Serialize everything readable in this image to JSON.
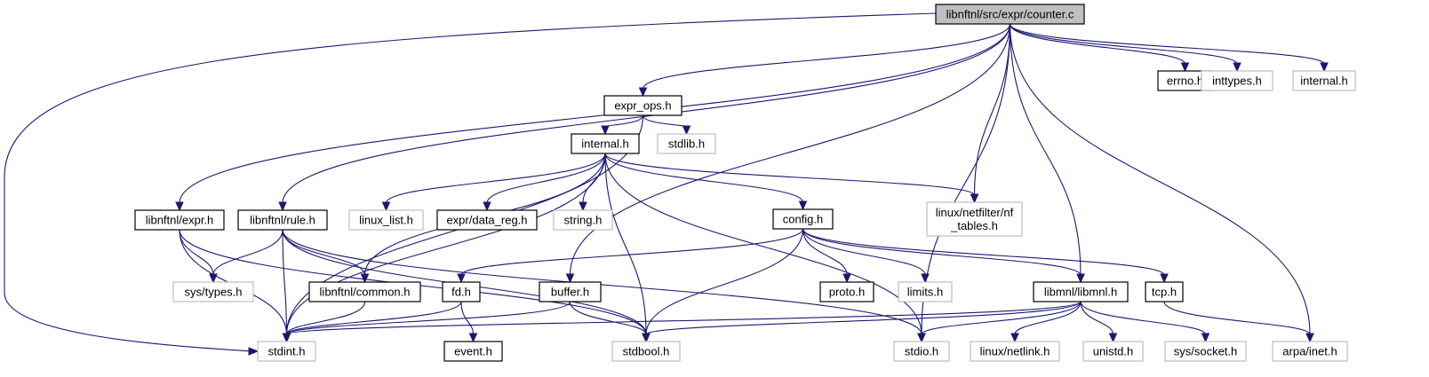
{
  "title": "libnftnl/src/expr/counter.c",
  "colors": {
    "edge": "#191970",
    "root_fill": "#bfbfbf",
    "documented_border": "#000000",
    "external_border": "#bfbfbf"
  },
  "nodes": [
    {
      "id": "counter_c",
      "label": "libnftnl/src/expr/counter.c",
      "kind": "root"
    },
    {
      "id": "expr_ops_h",
      "label": "expr_ops.h",
      "kind": "doc"
    },
    {
      "id": "errno_h",
      "label": "errno.h",
      "kind": "doc"
    },
    {
      "id": "inttypes_h",
      "label": "inttypes.h",
      "kind": "ext"
    },
    {
      "id": "internal_h_top",
      "label": "internal.h",
      "kind": "ext"
    },
    {
      "id": "internal_h",
      "label": "internal.h",
      "kind": "doc"
    },
    {
      "id": "stdlib_h",
      "label": "stdlib.h",
      "kind": "ext"
    },
    {
      "id": "libnftnl_expr_h",
      "label": "libnftnl/expr.h",
      "kind": "doc"
    },
    {
      "id": "libnftnl_rule_h",
      "label": "libnftnl/rule.h",
      "kind": "doc"
    },
    {
      "id": "linux_list_h",
      "label": "linux_list.h",
      "kind": "ext"
    },
    {
      "id": "expr_data_reg_h",
      "label": "expr/data_reg.h",
      "kind": "doc"
    },
    {
      "id": "string_h",
      "label": "string.h",
      "kind": "ext"
    },
    {
      "id": "config_h",
      "label": "config.h",
      "kind": "doc"
    },
    {
      "id": "linux_netfilter_nf_tables_h",
      "label": "linux/netfilter/nf\n_tables.h",
      "kind": "ext"
    },
    {
      "id": "sys_types_h",
      "label": "sys/types.h",
      "kind": "ext"
    },
    {
      "id": "libnftnl_common_h",
      "label": "libnftnl/common.h",
      "kind": "doc"
    },
    {
      "id": "fd_h",
      "label": "fd.h",
      "kind": "doc"
    },
    {
      "id": "buffer_h",
      "label": "buffer.h",
      "kind": "doc"
    },
    {
      "id": "proto_h",
      "label": "proto.h",
      "kind": "doc"
    },
    {
      "id": "limits_h",
      "label": "limits.h",
      "kind": "ext"
    },
    {
      "id": "libmnl_libmnl_h",
      "label": "libmnl/libmnl.h",
      "kind": "doc"
    },
    {
      "id": "tcp_h",
      "label": "tcp.h",
      "kind": "doc"
    },
    {
      "id": "stdint_h",
      "label": "stdint.h",
      "kind": "ext"
    },
    {
      "id": "event_h",
      "label": "event.h",
      "kind": "doc"
    },
    {
      "id": "stdbool_h",
      "label": "stdbool.h",
      "kind": "ext"
    },
    {
      "id": "stdio_h",
      "label": "stdio.h",
      "kind": "ext"
    },
    {
      "id": "linux_netlink_h",
      "label": "linux/netlink.h",
      "kind": "ext"
    },
    {
      "id": "unistd_h",
      "label": "unistd.h",
      "kind": "ext"
    },
    {
      "id": "sys_socket_h",
      "label": "sys/socket.h",
      "kind": "ext"
    },
    {
      "id": "arpa_inet_h",
      "label": "arpa/inet.h",
      "kind": "ext"
    }
  ],
  "edges": [
    [
      "counter_c",
      "stdint_h"
    ],
    [
      "counter_c",
      "libnftnl_expr_h"
    ],
    [
      "counter_c",
      "libnftnl_rule_h"
    ],
    [
      "counter_c",
      "expr_ops_h"
    ],
    [
      "counter_c",
      "buffer_h"
    ],
    [
      "counter_c",
      "linux_netfilter_nf_tables_h"
    ],
    [
      "counter_c",
      "stdio_h"
    ],
    [
      "counter_c",
      "libmnl_libmnl_h"
    ],
    [
      "counter_c",
      "arpa_inet_h"
    ],
    [
      "counter_c",
      "errno_h"
    ],
    [
      "counter_c",
      "inttypes_h"
    ],
    [
      "counter_c",
      "internal_h_top"
    ],
    [
      "expr_ops_h",
      "internal_h"
    ],
    [
      "expr_ops_h",
      "stdlib_h"
    ],
    [
      "expr_ops_h",
      "stdint_h"
    ],
    [
      "internal_h",
      "stdint_h"
    ],
    [
      "internal_h",
      "linux_list_h"
    ],
    [
      "internal_h",
      "expr_data_reg_h"
    ],
    [
      "internal_h",
      "string_h"
    ],
    [
      "internal_h",
      "config_h"
    ],
    [
      "internal_h",
      "linux_netfilter_nf_tables_h"
    ],
    [
      "internal_h",
      "libnftnl_common_h"
    ],
    [
      "internal_h",
      "stdbool_h"
    ],
    [
      "internal_h",
      "stdio_h"
    ],
    [
      "libnftnl_expr_h",
      "sys_types_h"
    ],
    [
      "libnftnl_expr_h",
      "stdint_h"
    ],
    [
      "libnftnl_expr_h",
      "stdbool_h"
    ],
    [
      "libnftnl_rule_h",
      "sys_types_h"
    ],
    [
      "libnftnl_rule_h",
      "libnftnl_common_h"
    ],
    [
      "libnftnl_rule_h",
      "stdint_h"
    ],
    [
      "libnftnl_rule_h",
      "stdbool_h"
    ],
    [
      "libnftnl_rule_h",
      "stdio_h"
    ],
    [
      "config_h",
      "fd_h"
    ],
    [
      "config_h",
      "proto_h"
    ],
    [
      "config_h",
      "limits_h"
    ],
    [
      "config_h",
      "libmnl_libmnl_h"
    ],
    [
      "config_h",
      "tcp_h"
    ],
    [
      "config_h",
      "stdbool_h"
    ],
    [
      "libnftnl_common_h",
      "stdint_h"
    ],
    [
      "fd_h",
      "stdint_h"
    ],
    [
      "fd_h",
      "event_h"
    ],
    [
      "buffer_h",
      "stdint_h"
    ],
    [
      "buffer_h",
      "stdbool_h"
    ],
    [
      "libmnl_libmnl_h",
      "stdint_h"
    ],
    [
      "libmnl_libmnl_h",
      "stdbool_h"
    ],
    [
      "libmnl_libmnl_h",
      "stdio_h"
    ],
    [
      "libmnl_libmnl_h",
      "linux_netlink_h"
    ],
    [
      "libmnl_libmnl_h",
      "unistd_h"
    ],
    [
      "libmnl_libmnl_h",
      "sys_socket_h"
    ],
    [
      "tcp_h",
      "arpa_inet_h"
    ]
  ]
}
